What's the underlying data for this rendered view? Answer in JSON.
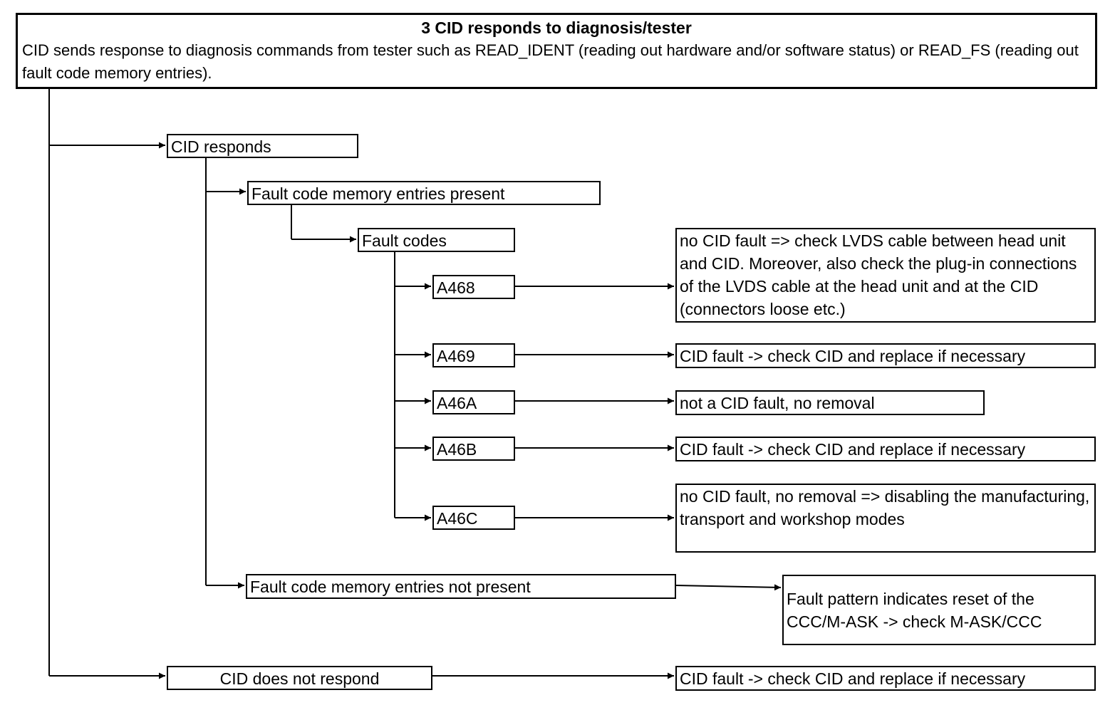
{
  "header": {
    "title": "3 CID responds to diagnosis/tester",
    "description": "CID sends response to diagnosis commands from tester such as READ_IDENT (reading out hardware and/or software status) or READ_FS (reading out fault code memory entries)."
  },
  "nodes": {
    "cid_responds": "CID responds",
    "fault_entries_present": "Fault code memory entries present",
    "fault_codes": "Fault codes",
    "a468": "A468",
    "a469": "A469",
    "a46a": "A46A",
    "a46b": "A46B",
    "a46c": "A46C",
    "fault_entries_not_present": "Fault code memory entries not present",
    "cid_not_respond": "CID does not respond"
  },
  "results": {
    "a468": "no CID fault => check LVDS cable between head unit and CID. Moreover, also check the plug-in connections of the LVDS cable at the head unit and at the CID (connectors loose etc.)",
    "a469": "CID fault -> check CID and replace if necessary",
    "a46a": "not a CID fault, no removal",
    "a46b": "CID fault -> check CID and replace if necessary",
    "a46c": "no CID fault, no removal => disabling the manufacturing, transport and workshop modes",
    "not_present": "Fault pattern indicates reset of the CCC/M-ASK -> check M-ASK/CCC",
    "not_respond": "CID fault -> check CID and replace if necessary"
  }
}
